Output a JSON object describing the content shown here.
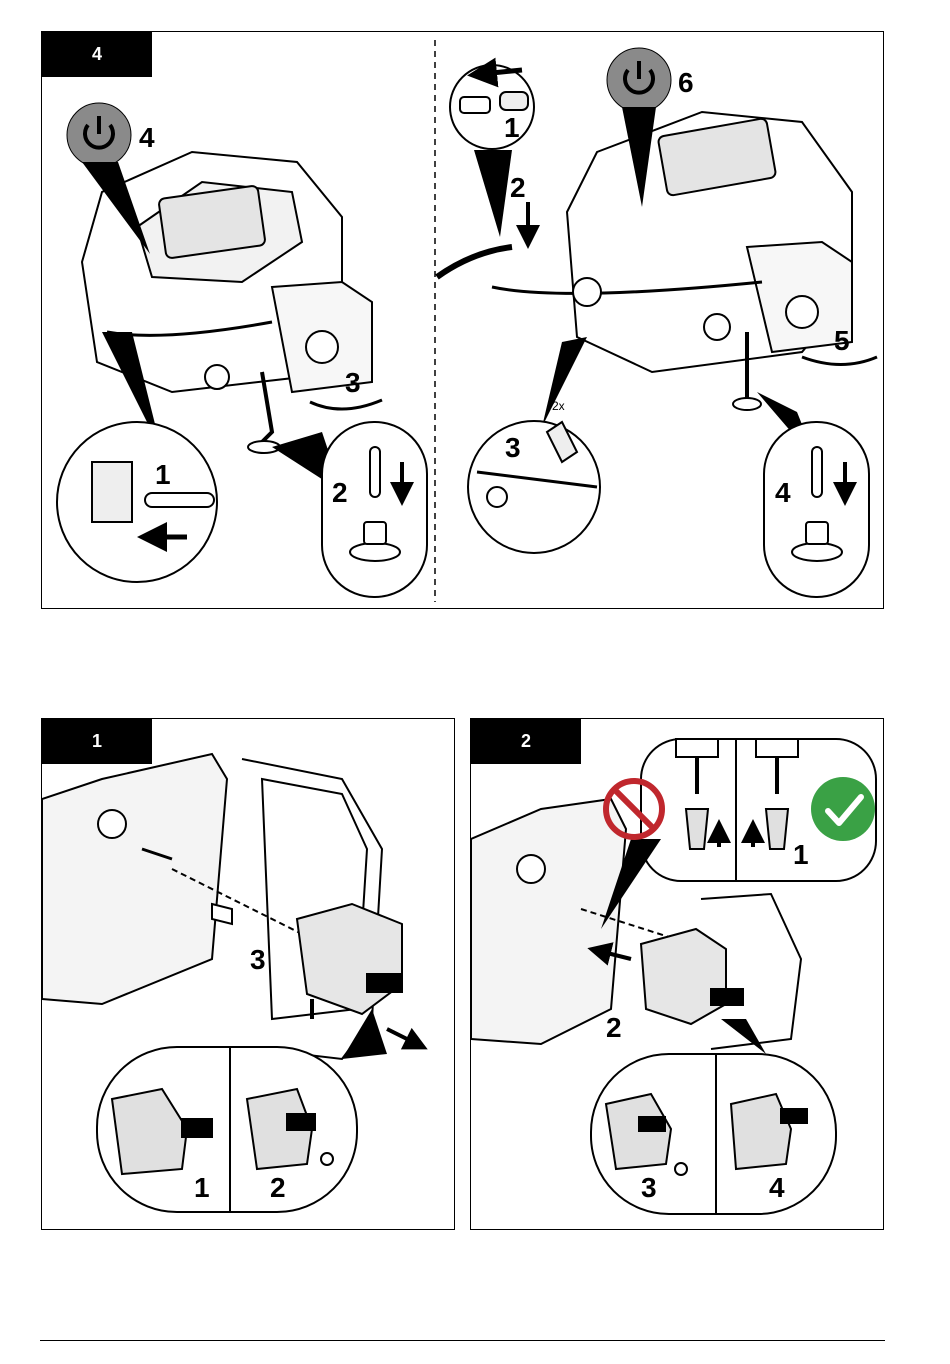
{
  "panels": {
    "p4": {
      "tab": "4",
      "callouts": {
        "a": "4",
        "b": "3",
        "c": "1",
        "d": "2",
        "e": "6",
        "f": "1",
        "g": "2",
        "h": "5",
        "i": "3",
        "j": "4",
        "mult": "2x"
      }
    },
    "p1": {
      "tab": "1",
      "callouts": {
        "a": "3",
        "b": "1",
        "c": "2"
      }
    },
    "p2": {
      "tab": "2",
      "callouts": {
        "a": "1",
        "b": "2",
        "c": "3",
        "d": "4"
      }
    }
  },
  "colors": {
    "power_button": "#8a8a8a",
    "prohibit": "#c0272d",
    "ok": "#3aa145",
    "line": "#000000"
  },
  "icons": [
    "power-icon",
    "prohibited-icon",
    "checkmark-icon"
  ]
}
